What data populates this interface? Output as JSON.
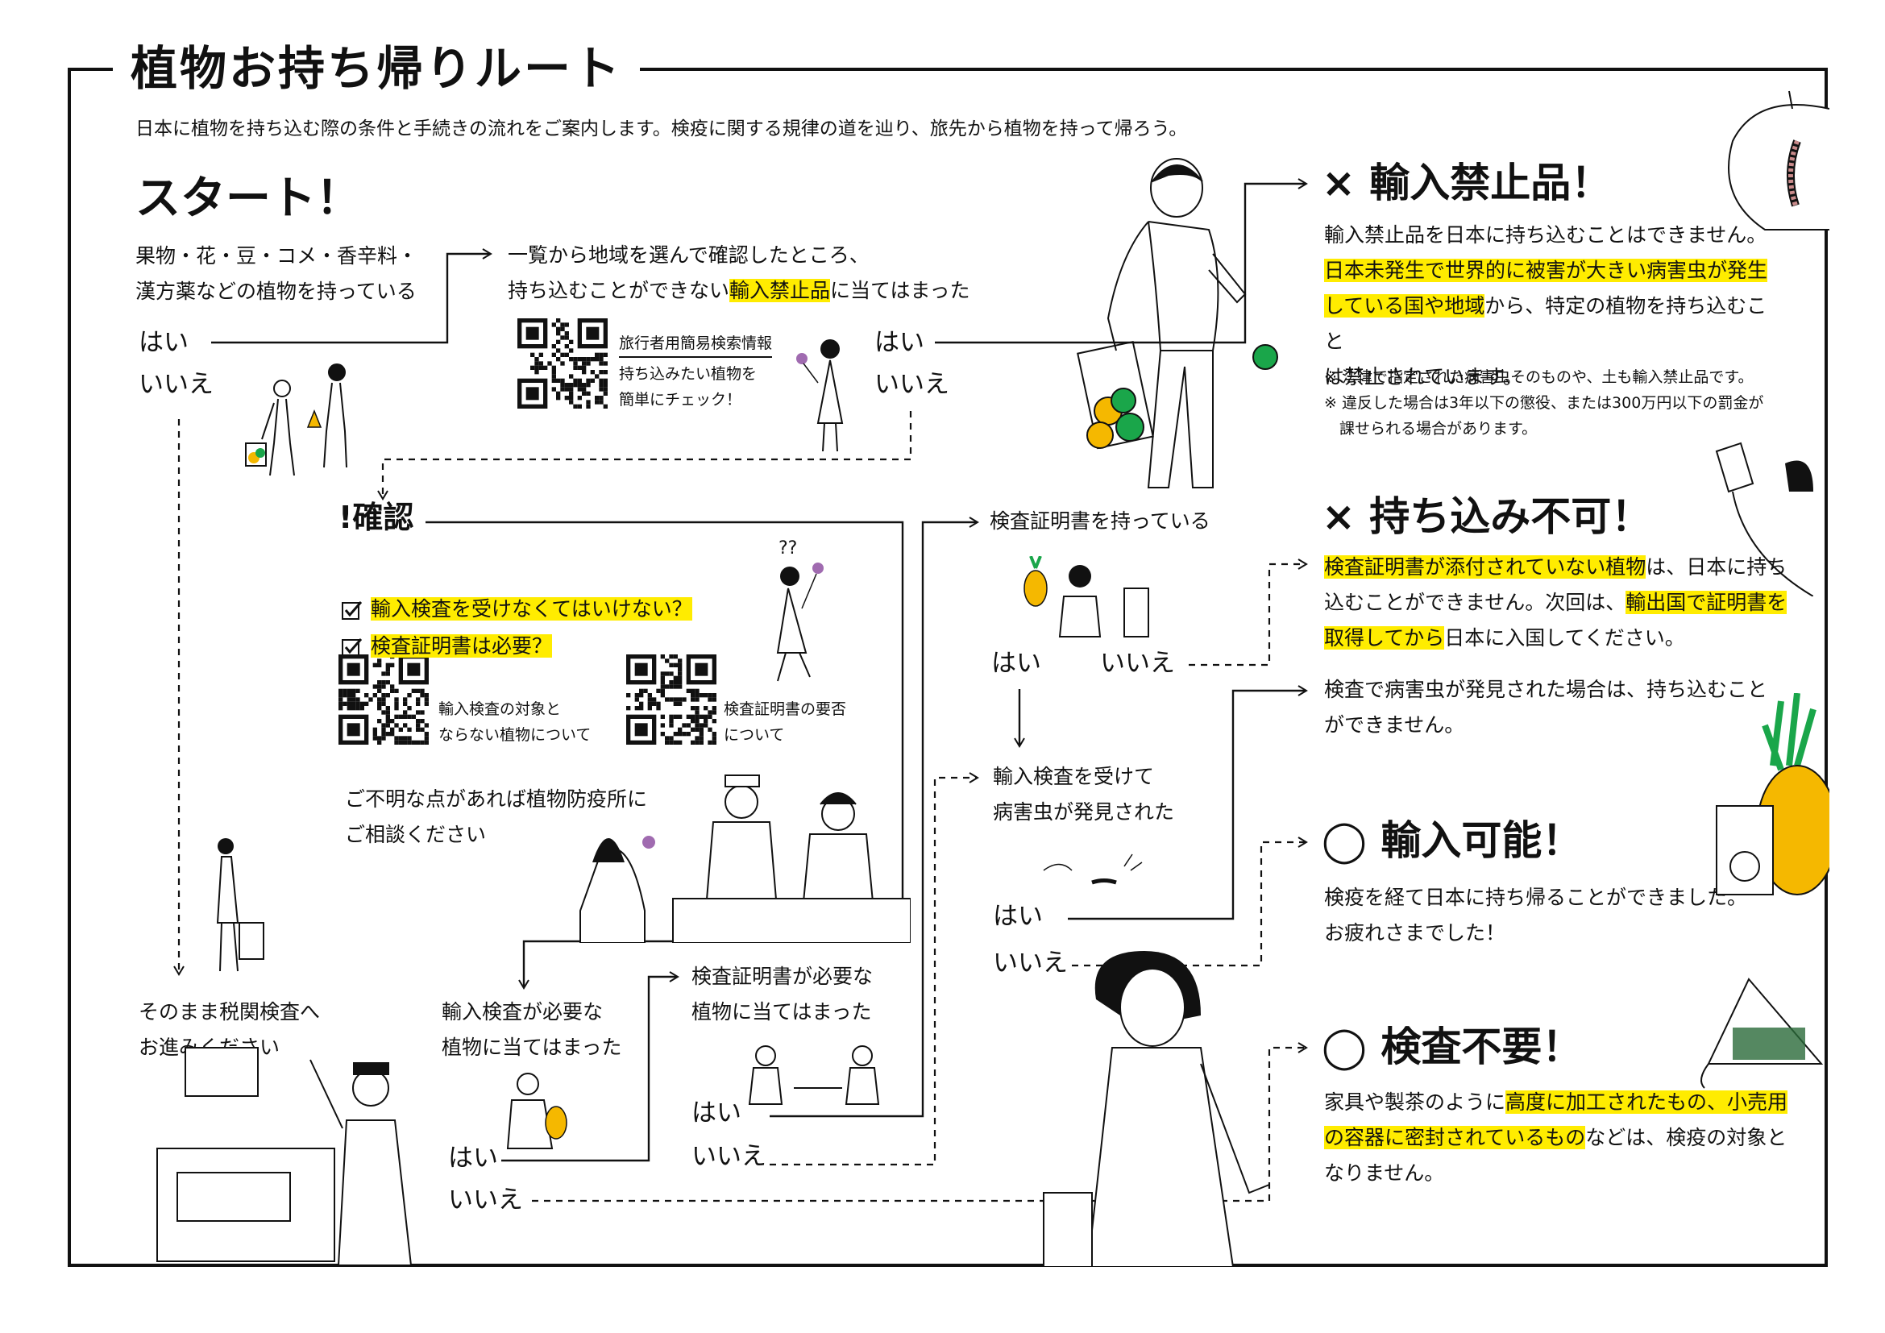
{
  "title": "植物お持ち帰りルート",
  "intro": "日本に植物を持ち込む際の条件と手続きの流れをご案内します。検疫に関する規律の道を辿り、旅先から植物を持って帰ろう。",
  "start": {
    "heading": "スタート！",
    "question": "果物・花・豆・コメ・香辛料・\n漢方薬などの植物を持っている",
    "yes": "はい",
    "no": "いいえ"
  },
  "q2": {
    "text_before": "一覧から地域を選んで確認したところ、\n持ち込むことができない",
    "text_highlight": "輸入禁止品",
    "text_after": "に当てはまった",
    "qr_title": "旅行者用簡易検索情報",
    "qr_desc": "持ち込みたい植物を\n簡単にチェック！",
    "yes": "はい",
    "no": "いいえ"
  },
  "confirm": {
    "heading": "確認",
    "mark": "!",
    "check1": "輸入検査を受けなくてはいけない？",
    "check2": "検査証明書は必要？",
    "qr1_desc": "輸入検査の対象と\nならない植物について",
    "qr2_desc": "検査証明書の要否\nについて",
    "consult": "ご不明な点があれば植物防疫所に\nご相談ください",
    "thinking": "??"
  },
  "customs": "そのまま税関検査へ\nお進みください",
  "q_need_inspection": {
    "text": "輸入検査が必要な\n植物に当てはまった",
    "yes": "はい",
    "no": "いいえ"
  },
  "q_need_certificate": {
    "text": "検査証明書が必要な\n植物に当てはまった",
    "yes": "はい",
    "no": "いいえ"
  },
  "q_have_certificate": {
    "text": "検査証明書を持っている",
    "yes": "はい",
    "no": "いいえ"
  },
  "q_pest_found": {
    "text": "輸入検査を受けて\n病害虫が発見された",
    "yes": "はい",
    "no": "いいえ"
  },
  "result_prohibited": {
    "heading": "× 輸入禁止品！",
    "line1": "輸入禁止品を日本に持ち込むことはできません。",
    "hl1": "日本未発生で世界的に被害が大きい病害虫が発生",
    "hl2": "している国や地域",
    "line2_after": "から、特定の植物を持ち込むこと",
    "line3": "は禁止されています。",
    "note1": "※ 法律で指定された病害虫そのものや、土も輸入禁止品です。",
    "note2": "※ 違反した場合は3年以下の懲役、または300万円以下の罰金が\n　課せられる場合があります。"
  },
  "result_not_allowed": {
    "heading": "× 持ち込み不可！",
    "hl1": "検査証明書が添付されていない植物",
    "line1_after": "は、日本に持ち",
    "line2_before": "込むことができません。次回は、",
    "hl2": "輸出国で証明書を",
    "hl3": "取得してから",
    "line3_after": "日本に入国してください。",
    "pest": "検査で病害虫が発見された場合は、持ち込むこと\nができません。"
  },
  "result_importable": {
    "heading": "◯ 輸入可能！",
    "body": "検疫を経て日本に持ち帰ることができました。\nお疲れさまでした！"
  },
  "result_no_inspection": {
    "heading": "◯ 検査不要！",
    "before": "家具や製茶のように",
    "hl1": "高度に加工されたもの、小売用",
    "hl2": "の容器に密封されているもの",
    "after1": "などは、検疫の対象と",
    "after2": "なりません。"
  },
  "colors": {
    "highlight": "#ffec00",
    "ink": "#111111",
    "fruit_orange": "#f5b800",
    "fruit_green": "#1aa64a",
    "flower": "#a06bb0"
  }
}
